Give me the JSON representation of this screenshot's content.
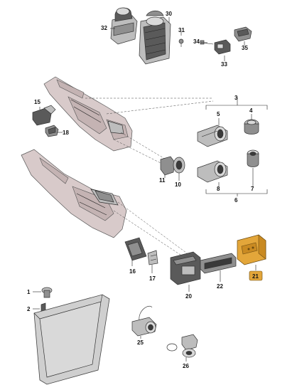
{
  "labels": {
    "p1": "1",
    "p2": "2",
    "p3": "3",
    "p4": "4",
    "p5": "5",
    "p6": "6",
    "p7": "7",
    "p8": "8",
    "p10": "10",
    "p11": "11",
    "p15": "15",
    "p16": "16",
    "p17": "17",
    "p18": "18",
    "p20": "20",
    "p21": "21",
    "p22": "22",
    "p25": "25",
    "p26": "26",
    "p30": "30",
    "p31": "31",
    "p32": "32",
    "p33": "33",
    "p34": "34",
    "p35": "35"
  },
  "colors": {
    "console": "#d8caca",
    "highlight_part": "#e3a63a",
    "line": "#222222"
  }
}
